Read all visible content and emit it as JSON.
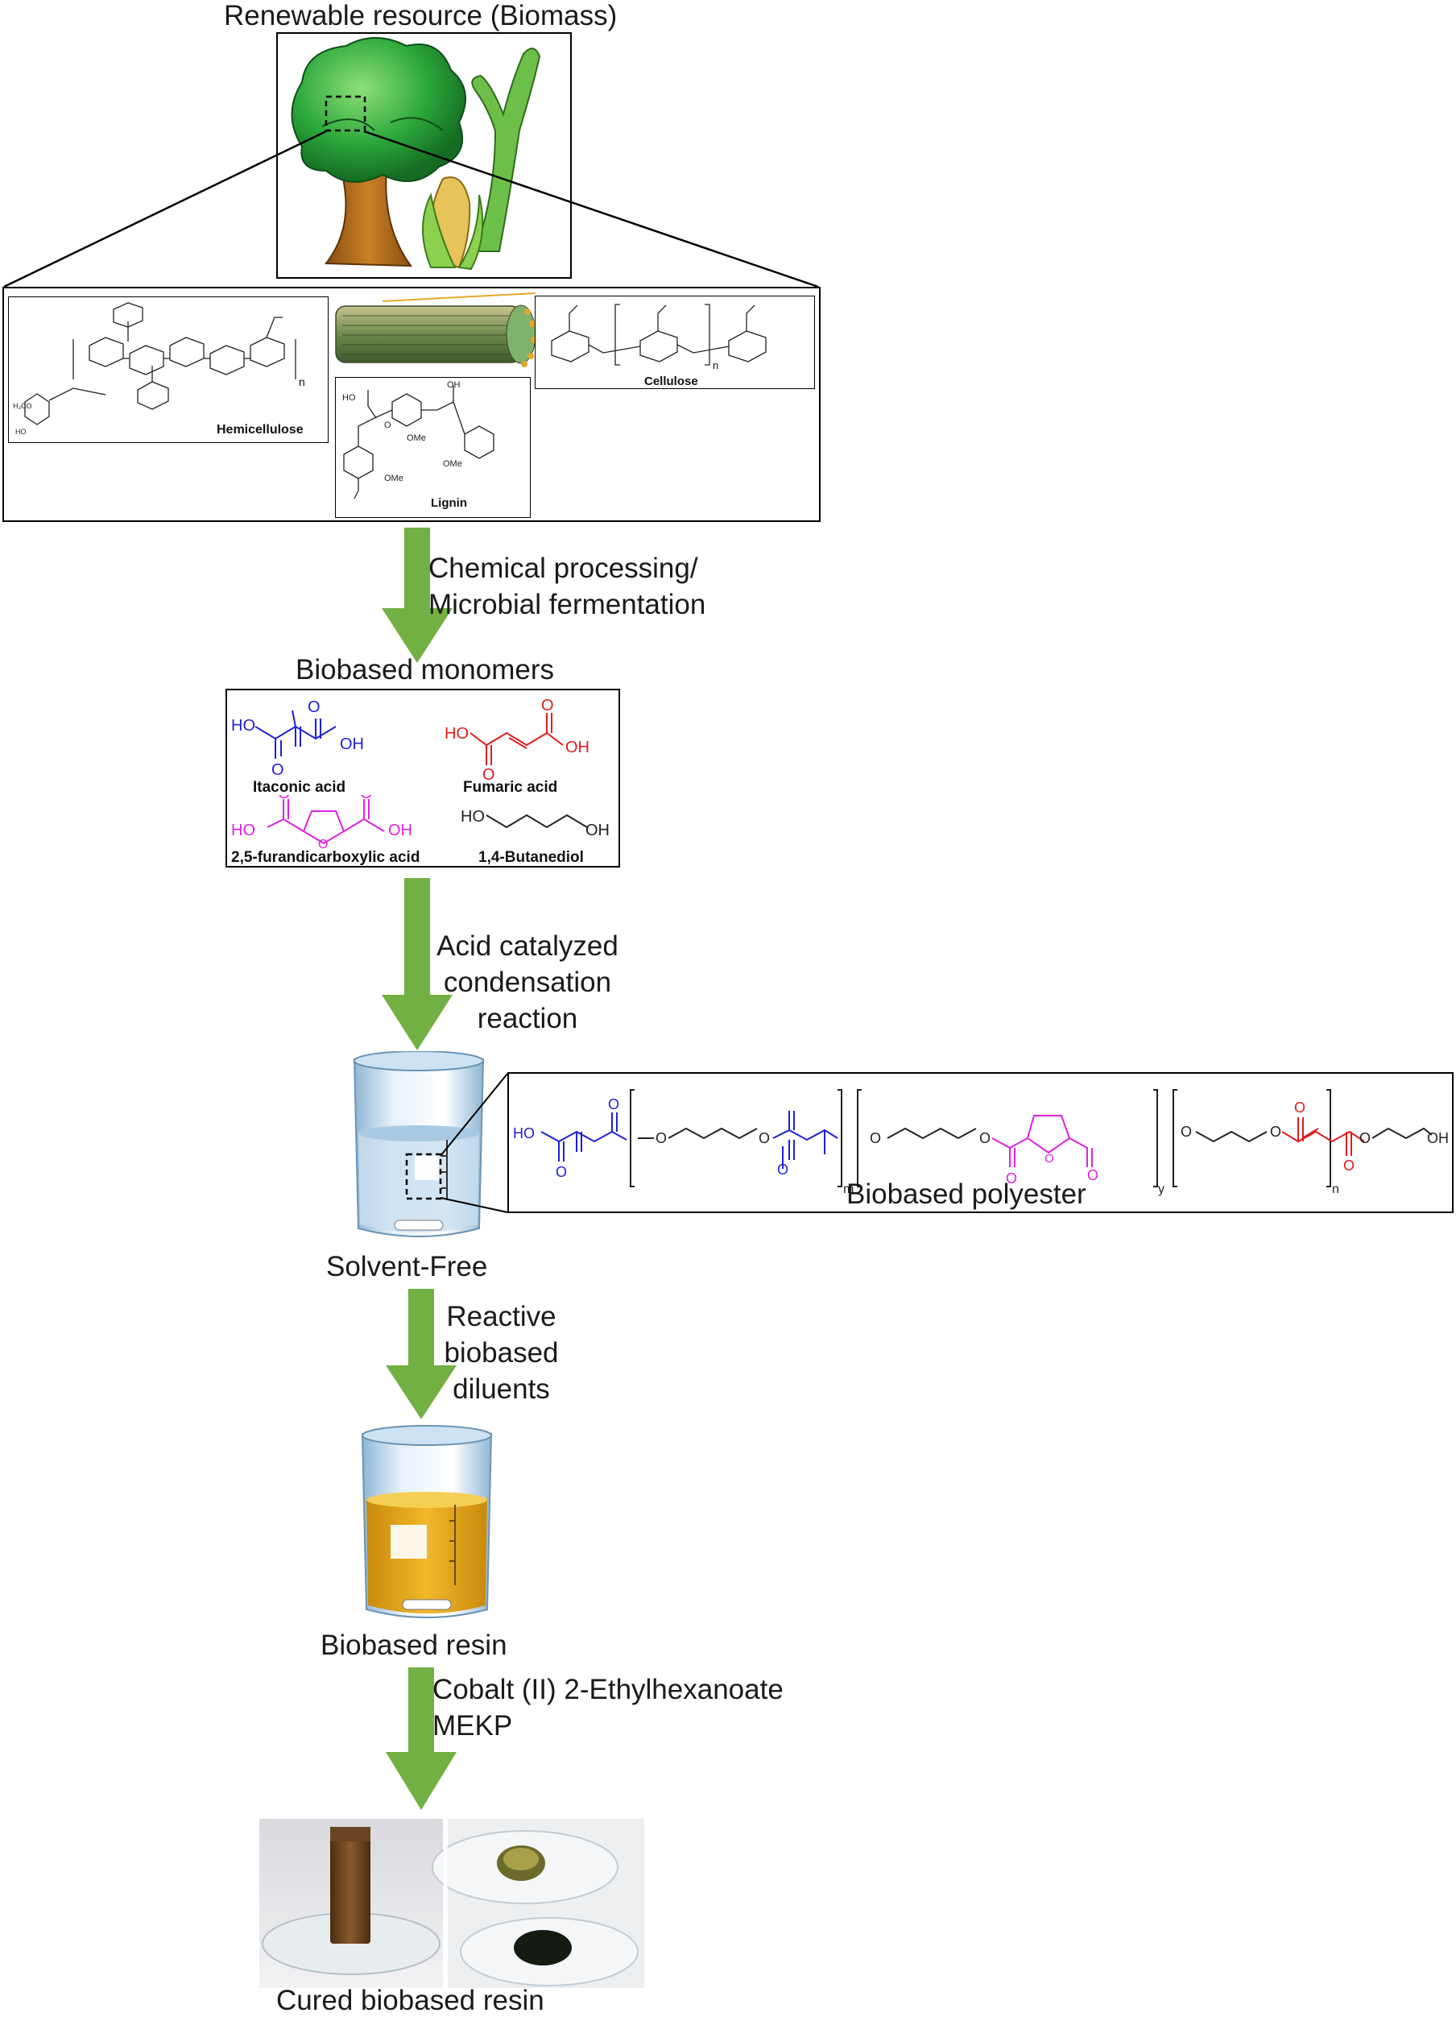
{
  "headings": {
    "biomass": "Renewable resource (Biomass)",
    "monomers": "Biobased monomers",
    "solvent_free": "Solvent-Free",
    "polyester": "Biobased polyester",
    "resin": "Biobased resin",
    "cured": "Cured biobased resin"
  },
  "steps": {
    "step1_line1": "Chemical processing/",
    "step1_line2": "Microbial fermentation",
    "step2_line1": "Acid catalyzed",
    "step2_line2": "condensation",
    "step2_line3": "reaction",
    "step3_line1": "Reactive",
    "step3_line2": "biobased",
    "step3_line3": "diluents",
    "step4_line1": "Cobalt (II) 2-Ethylhexanoate",
    "step4_line2": "MEKP"
  },
  "biomass_components": {
    "hemicellulose": "Hemicellulose",
    "cellulose": "Cellulose",
    "lignin": "Lignin",
    "n": "n"
  },
  "monomers": {
    "itaconic": "Itaconic acid",
    "fumaric": "Fumaric acid",
    "fdca": "2,5-furandicarboxylic acid",
    "butanediol": "1,4-Butanediol"
  },
  "chem_labels": {
    "ho": "HO",
    "oh": "OH",
    "o": "O",
    "ome": "OMe",
    "m": "m",
    "y": "y",
    "n": "n"
  },
  "colors": {
    "itaconic": "#1f1fd6",
    "fumaric": "#e01b1b",
    "fdca": "#e020e0",
    "arrow": "#72b043",
    "tree_canopy": "#2aa63a",
    "trunk": "#b8701e",
    "resin_liquid": "#e8a919"
  }
}
